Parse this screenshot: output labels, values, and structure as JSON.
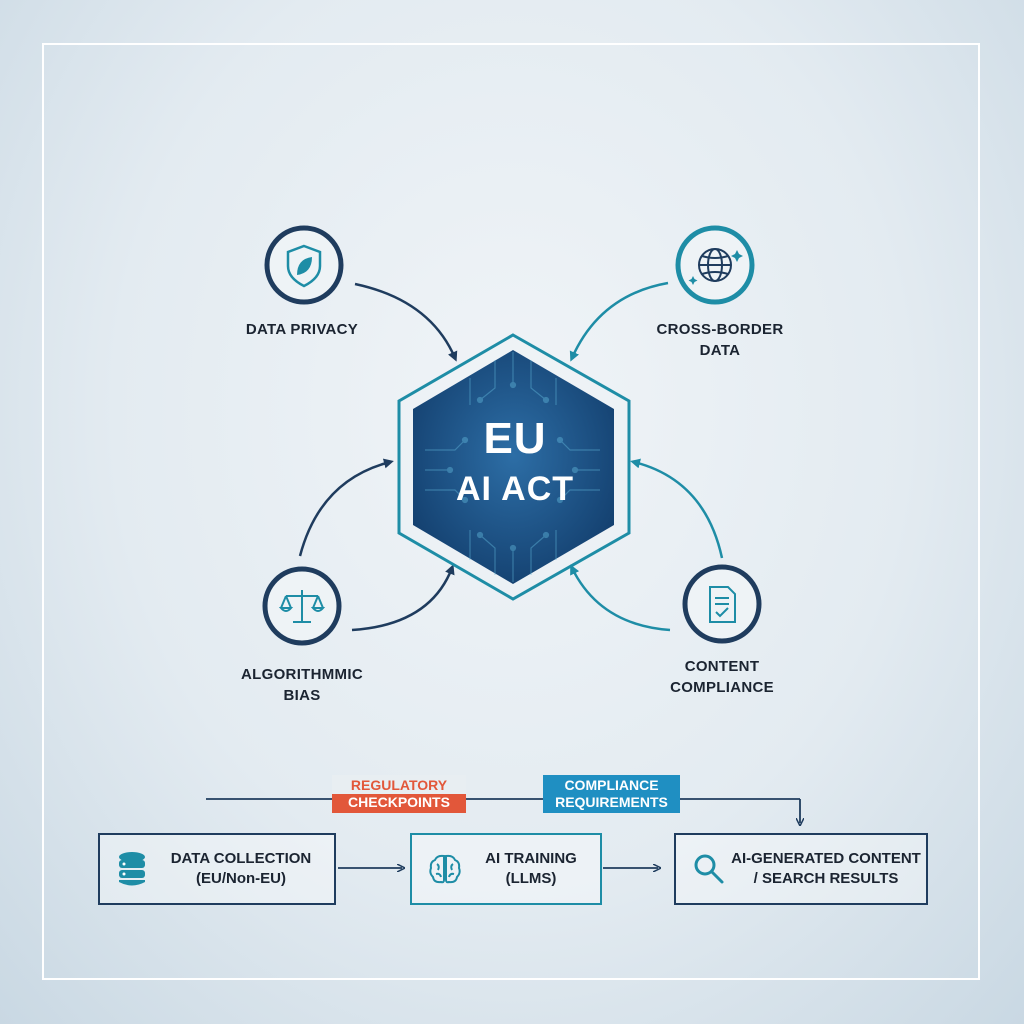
{
  "hub": {
    "line1": "EU",
    "line2": "AI ACT"
  },
  "nodes": {
    "data_privacy": {
      "label": "DATA PRIVACY",
      "icon": "shield-leaf-icon"
    },
    "cross_border": {
      "line1": "CROSS-BORDER",
      "line2": "DATA",
      "icon": "globe-icon"
    },
    "algorithmic_bias": {
      "line1": "ALGORITHMMIC",
      "line2": "BIAS",
      "icon": "scales-icon"
    },
    "content_compliance": {
      "line1": "CONTENT",
      "line2": "COMPLIANCE",
      "icon": "document-check-icon"
    }
  },
  "checkpoints": {
    "regulatory": {
      "line1": "REGULATORY",
      "line2": "CHECKPOINTS",
      "color": "#e2573a"
    },
    "compliance": {
      "line1": "COMPLIANCE",
      "line2": "REQUIREMENTS",
      "color": "#1f8fc2"
    }
  },
  "pipeline": {
    "data_collection": {
      "line1": "DATA COLLECTION",
      "line2": "(EU/Non-EU)",
      "icon": "database-icon"
    },
    "ai_training": {
      "line1": "AI TRAINING",
      "line2": "(LLMS)",
      "icon": "brain-icon"
    },
    "ai_content": {
      "line1": "AI-GENERATED CONTENT",
      "line2": "/ SEARCH RESULTS",
      "icon": "magnifier-icon"
    }
  },
  "colors": {
    "navy": "#1f3c5e",
    "teal": "#1e8da6",
    "hub": "#1f5a8c",
    "accent_red": "#e2573a"
  }
}
